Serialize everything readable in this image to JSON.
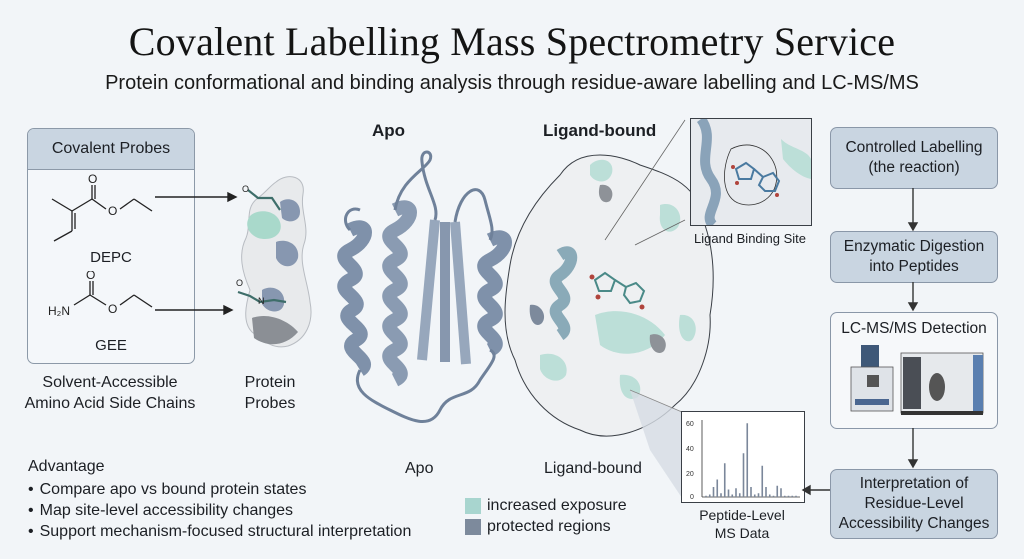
{
  "header": {
    "title": "Covalent Labelling Mass Spectrometry Service",
    "subtitle": "Protein conformational and binding analysis through residue-aware labelling and LC-MS/MS"
  },
  "probes": {
    "box_title": "Covalent Probes",
    "items": [
      {
        "name": "DEPC",
        "structure_atoms": [
          "O",
          "O"
        ]
      },
      {
        "name": "GEE",
        "structure_atoms": [
          "O",
          "H2N",
          "O"
        ]
      }
    ],
    "caption_line1": "Solvent-Accessible",
    "caption_line2": "Amino Acid Side Chains"
  },
  "protein_probes": {
    "caption_line1": "Protein",
    "caption_line2": "Probes",
    "adduct_atoms": [
      "O",
      "O",
      "O",
      "N"
    ]
  },
  "structures": {
    "apo_top_label": "Apo",
    "bound_top_label": "Ligand-bound",
    "apo_bottom_label": "Apo",
    "bound_bottom_label": "Ligand-bound"
  },
  "binding_site": {
    "label": "Ligand Binding Site"
  },
  "ms_inset": {
    "label_line1": "Peptide-Level",
    "label_line2": "MS Data",
    "y_ticks": [
      "60",
      "40",
      "20",
      "0"
    ]
  },
  "legend": {
    "items": [
      {
        "label": "increased exposure",
        "color": "#a8d5cf"
      },
      {
        "label": "protected regions",
        "color": "#7d8a9c"
      }
    ]
  },
  "advantage": {
    "title": "Advantage",
    "items": [
      "Compare apo vs bound protein states",
      "Map site-level accessibility changes",
      "Support mechanism-focused structural interpretation"
    ]
  },
  "workflow": {
    "steps": [
      {
        "line1": "Controlled Labelling",
        "line2": "(the reaction)"
      },
      {
        "line1": "Enzymatic Digestion",
        "line2": "into Peptides"
      },
      {
        "line1": "LC-MS/MS Detection",
        "line2": ""
      },
      {
        "line1": "Interpretation of",
        "line2": "Residue-Level",
        "line3": "Accessibility Changes"
      }
    ]
  },
  "colors": {
    "background": "#f2f5f8",
    "box_fill": "#c9d5e1",
    "ribbon": "#7f91aa",
    "exposure": "#a8d5cf",
    "protected": "#7d8a9c",
    "surface": "#eceef0"
  },
  "chart_data": {
    "type": "bar",
    "title": "Peptide-Level MS Data",
    "xlabel": "",
    "ylabel": "",
    "ylim": [
      0,
      60
    ],
    "y_ticks": [
      0,
      20,
      40,
      60
    ],
    "x": [
      1,
      2,
      3,
      4,
      5,
      6,
      7,
      8,
      9,
      10,
      11,
      12,
      13,
      14,
      15,
      16,
      17,
      18,
      19,
      20,
      21,
      22,
      23,
      24,
      25
    ],
    "values": [
      1,
      2,
      8,
      14,
      3,
      27,
      6,
      2,
      7,
      3,
      35,
      59,
      8,
      2,
      3,
      25,
      8,
      2,
      1,
      9,
      7,
      1,
      1,
      1,
      1
    ]
  }
}
